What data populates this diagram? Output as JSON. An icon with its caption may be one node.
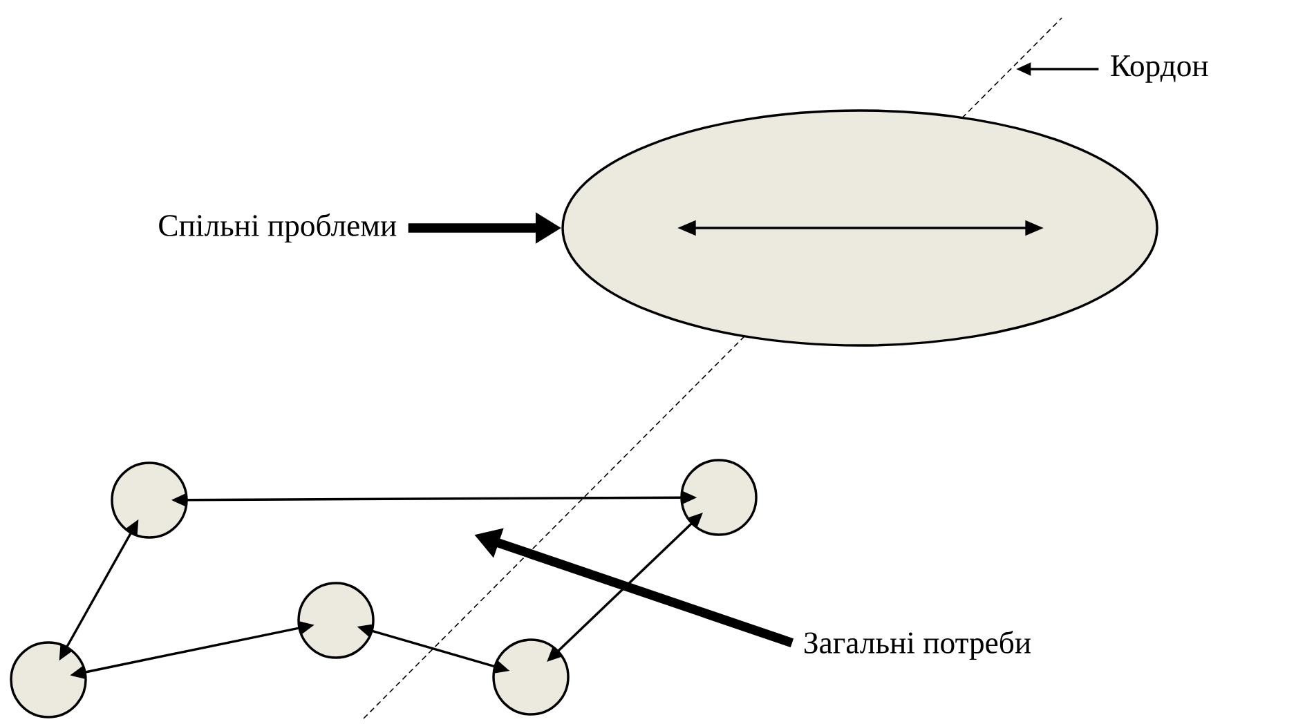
{
  "diagram": {
    "nodes": [
      {
        "text": [
          "Кордон"
        ]
      },
      {
        "text": [
          "Спільні проблеми"
        ]
      },
      {
        "text": [],
        "shape": "ellipse"
      },
      {
        "text": [],
        "shape": "circle"
      },
      {
        "text": [],
        "shape": "circle"
      },
      {
        "text": [],
        "shape": "circle"
      },
      {
        "text": [],
        "shape": "circle"
      },
      {
        "text": [],
        "shape": "circle"
      },
      {
        "text": [
          "Загальні потреби"
        ]
      }
    ],
    "edges": [
      {
        "from": 0,
        "to": null,
        "arrow": "to"
      },
      {
        "from": 1,
        "to": 2,
        "arrow": "to",
        "style": "thick"
      },
      {
        "from": 3,
        "to": 4,
        "arrow": "both"
      },
      {
        "from": 3,
        "to": 6,
        "arrow": "both"
      },
      {
        "from": 6,
        "to": 5,
        "arrow": "both"
      },
      {
        "from": 5,
        "to": 7,
        "arrow": "both"
      },
      {
        "from": 7,
        "to": 4,
        "arrow": "both"
      },
      {
        "from": 8,
        "to": null,
        "arrow": "to",
        "style": "thick"
      }
    ]
  }
}
